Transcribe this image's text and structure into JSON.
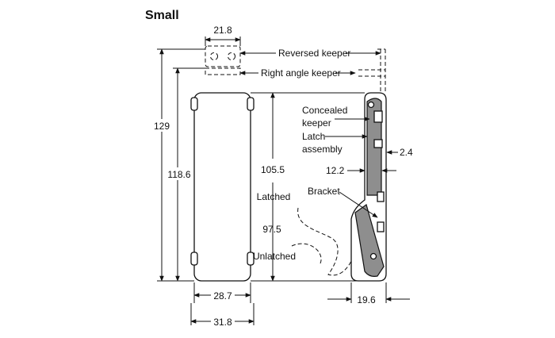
{
  "title": "Small",
  "dimensions": {
    "top_width": "21.8",
    "height_total": "129",
    "height_body": "118.6",
    "height_inner": "105.5",
    "latched": "97.5",
    "width_body": "28.7",
    "width_overall": "31.8",
    "gap": "12.2",
    "thickness": "2.4",
    "base_width": "19.6"
  },
  "labels": {
    "reversed_keeper": "Reversed keeper",
    "right_angle_keeper": "Right angle keeper",
    "concealed_keeper_line1": "Concealed",
    "concealed_keeper_line2": "keeper",
    "latch_assembly_line1": "Latch",
    "latch_assembly_line2": "assembly",
    "bracket": "Bracket",
    "latched": "Latched",
    "unlatched": "Unlatched"
  }
}
